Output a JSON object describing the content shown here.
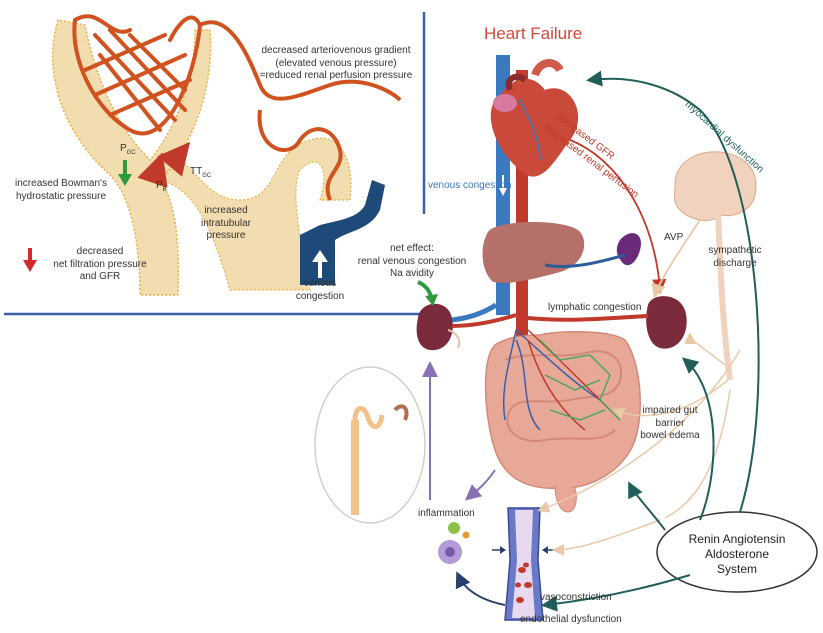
{
  "title": "Heart Failure",
  "inset": {
    "gradient_label_1": "decreased arteriovenous gradient",
    "gradient_label_2": "(elevated venous pressure)",
    "gradient_label_3": "=reduced renal perfusion pressure",
    "bowman_label_1": "increased Bowman's",
    "bowman_label_2": "hydrostatic pressure",
    "intratubular_1": "increased",
    "intratubular_2": "intratubular",
    "intratubular_3": "pressure",
    "filtration_1": "decreased",
    "filtration_2": "net filtration pressure",
    "filtration_3": "and GFR",
    "venous_congestion_1": "venous",
    "venous_congestion_2": "congestion",
    "p_gc": "P",
    "p_gc_sub": "GC",
    "p_b": "P",
    "p_b_sub": "B",
    "tt_gc": "TT",
    "tt_gc_sub": "GC"
  },
  "labels": {
    "venous_congestion": "venous congestion",
    "decreased_renal_perfusion": "decreased renal perfusion",
    "decreased_gfr": "decreased GFR",
    "myocardial_dysfunction": "myocardial dysfunction",
    "avp": "AVP",
    "sympathetic_1": "sympathetic",
    "sympathetic_2": "discharge",
    "net_effect_1": "net effect:",
    "net_effect_2": "renal venous congestion",
    "net_effect_3": "Na avidity",
    "lymphatic": "lymphatic congestion",
    "gut_1": "impaired gut",
    "gut_2": "barrier",
    "gut_3": "bowel edema",
    "inflammation": "inflammation",
    "vasoconstriction": "vasoconstriction",
    "endothelial": "endothelial dysfunction"
  },
  "raas": {
    "line1": "Renin Angiotensin",
    "line2": "Aldosterone",
    "line3": "System"
  },
  "colors": {
    "title": "#d04a3a",
    "arrow_red": "#d42a2a",
    "arrow_green": "#2f9a3a",
    "vein_blue": "#2c5f9a",
    "artery_red": "#c0392b",
    "capillary": "#d0521f",
    "tubule": "#f2ddb0",
    "kidney": "#7b2a3c",
    "liver": "#b5706a",
    "intestine": "#e8a898",
    "teal_arrow": "#1f5e5a",
    "purple_arrow": "#8a6fb5",
    "border_blue": "#3a5ea8"
  }
}
